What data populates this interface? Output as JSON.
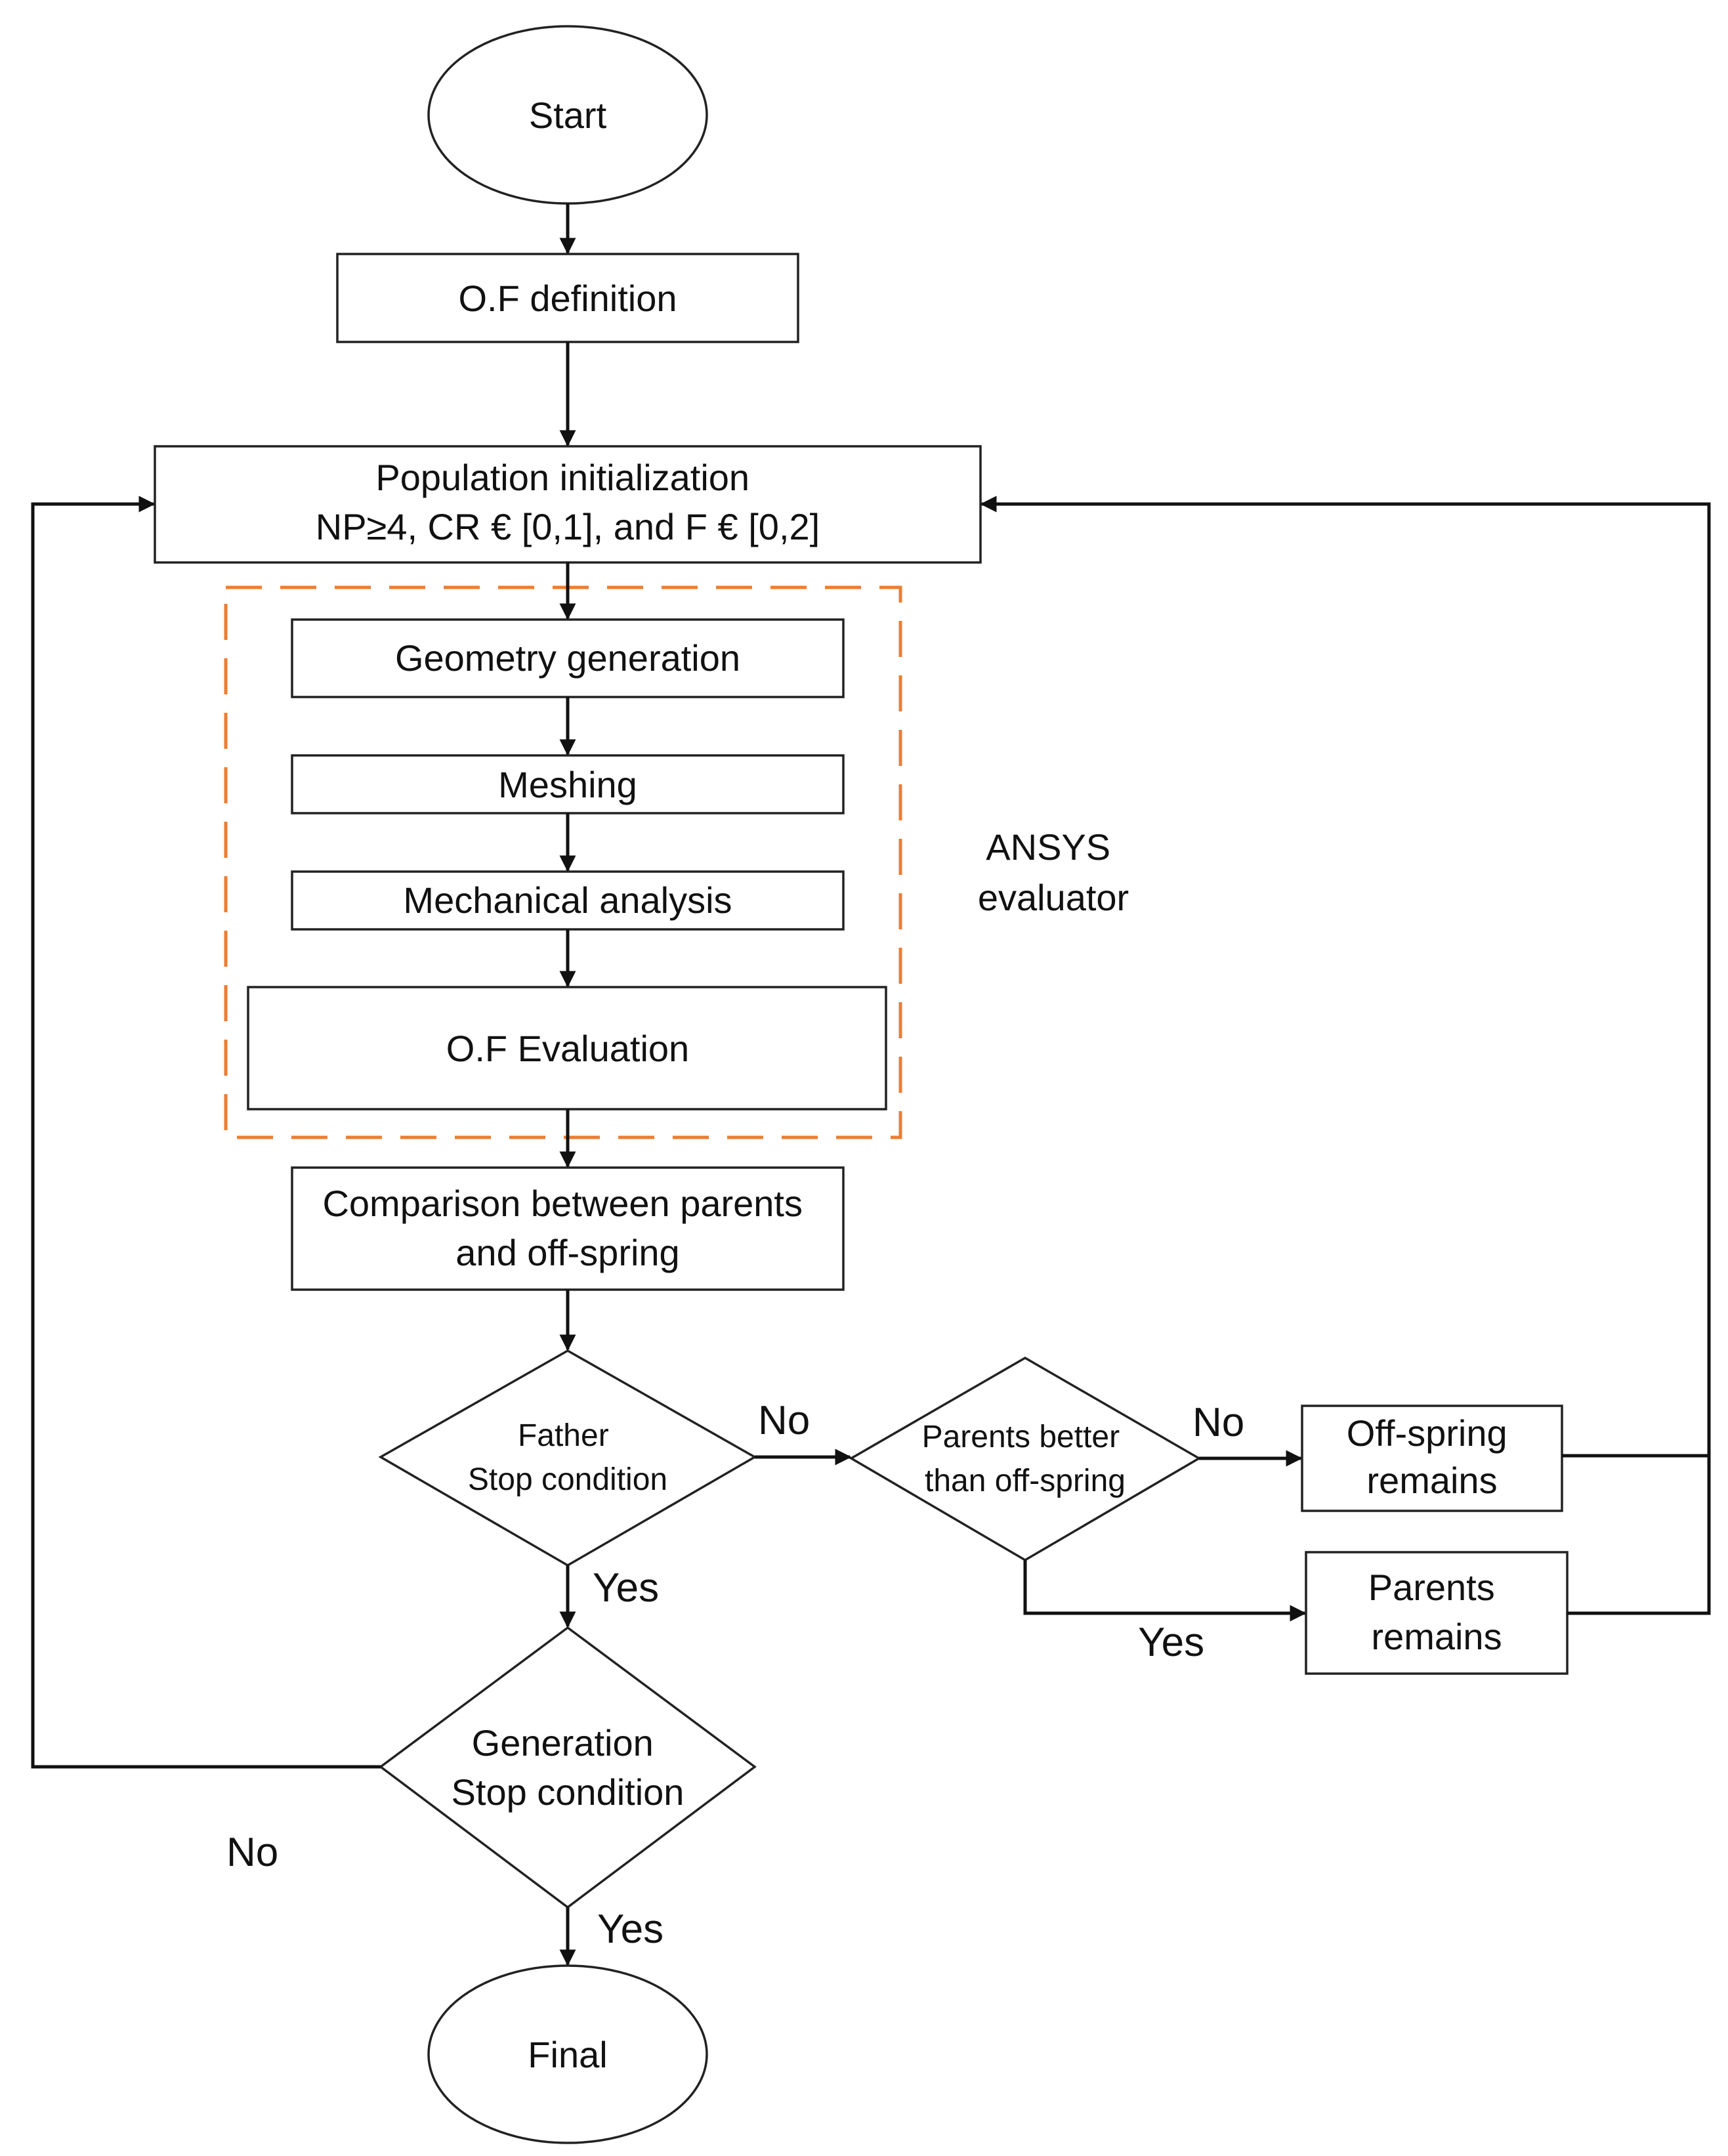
{
  "nodes": {
    "start": "Start",
    "of_definition": "O.F definition",
    "population_init": [
      "Population initialization",
      "NP≥4, CR € [0,1], and F €  [0,2]"
    ],
    "geometry_generation": "Geometry generation",
    "meshing": "Meshing",
    "mechanical_analysis": "Mechanical analysis",
    "of_evaluation": "O.F Evaluation",
    "comparison": [
      "Comparison between parents",
      "and off-spring"
    ],
    "father_stop": [
      "Father",
      "Stop condition"
    ],
    "parents_better": [
      "Parents better",
      "than off-spring"
    ],
    "offspring_remains": [
      "Off-spring",
      "remains"
    ],
    "parents_remains": [
      "Parents",
      "remains"
    ],
    "generation_stop": [
      "Generation",
      "Stop condition"
    ],
    "final": "Final"
  },
  "group": {
    "label": [
      "ANSYS",
      "evaluator"
    ],
    "border_color": "#ED7D31"
  },
  "edge_labels": {
    "father_no": "No",
    "father_yes": "Yes",
    "parents_no": "No",
    "parents_yes": "Yes",
    "generation_no": "No",
    "generation_yes": "Yes"
  }
}
